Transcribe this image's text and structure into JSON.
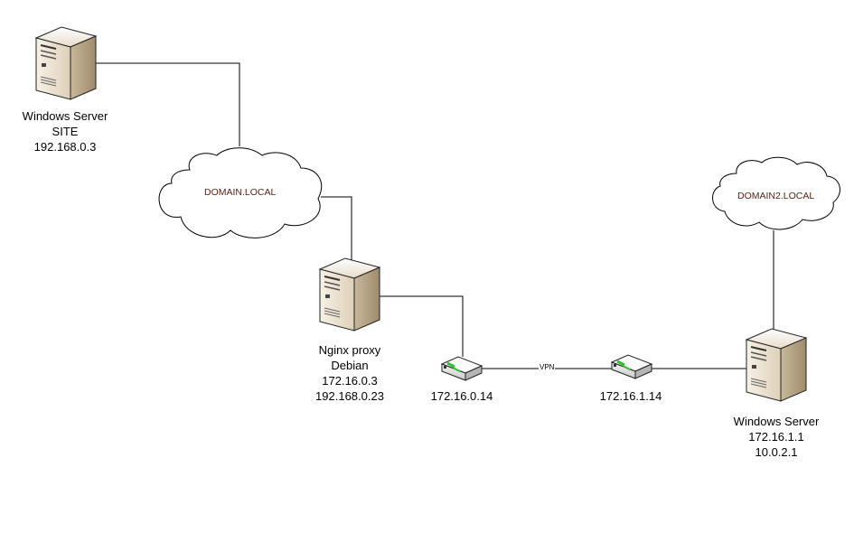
{
  "nodes": {
    "server_site": {
      "line1": "Windows Server",
      "line2": "SITE",
      "line3": "192.168.0.3",
      "icon": "server-tower-icon"
    },
    "nginx_proxy": {
      "line1": "Nginx proxy",
      "line2": "Debian",
      "line3": "172.16.0.3",
      "line4": "192.168.0.23",
      "icon": "server-tower-icon"
    },
    "router_a": {
      "ip": "172.16.0.14",
      "icon": "router-icon"
    },
    "router_b": {
      "ip": "172.16.1.14",
      "icon": "router-icon"
    },
    "server_remote": {
      "line1": "Windows Server",
      "line2": "172.16.1.1",
      "line3": "10.0.2.1",
      "icon": "server-tower-icon"
    }
  },
  "clouds": {
    "domain1": {
      "label": "DOMAIN.LOCAL"
    },
    "domain2": {
      "label": "DOMAIN2.LOCAL"
    }
  },
  "links": {
    "vpn_label": "VPN"
  },
  "colors": {
    "line": "#000000",
    "cloud_text": "#5a1e14",
    "server_face": "#efe6d6",
    "server_side": "#b8a68a",
    "router_led": "#2fbf2f"
  }
}
